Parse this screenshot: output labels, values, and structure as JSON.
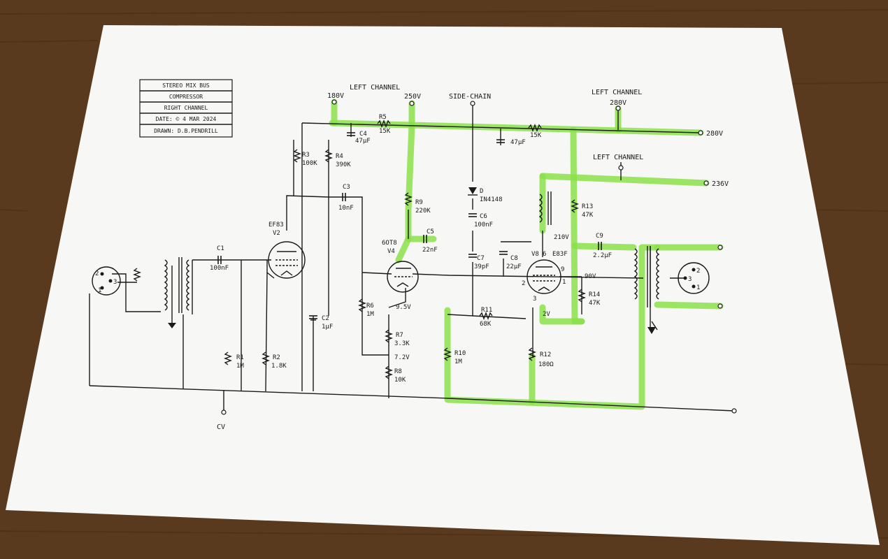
{
  "title_block": {
    "line1": "STEREO MIX BUS",
    "line2": "COMPRESSOR",
    "line3": "RIGHT CHANNEL",
    "line4": "DATE: © 4 MAR 2024",
    "line5": "DRAWN: D.B.PENDRILL"
  },
  "rails": {
    "left_channel_a": "LEFT CHANNEL",
    "v180": "180V",
    "v250": "250V",
    "side_chain": "SIDE-CHAIN",
    "left_channel_b": "LEFT CHANNEL",
    "v280_top": "280V",
    "v280_right": "280V",
    "left_channel_c": "LEFT CHANNEL",
    "v236": "236V"
  },
  "components": {
    "c1": "C1",
    "c1_val": "100nF",
    "r1": "R1",
    "r1_val": "1M",
    "r2": "R2",
    "r2_val": "1.8K",
    "v2_type": "EF83",
    "v2": "V2",
    "r3": "R3",
    "r3_val": "100K",
    "r4": "R4",
    "r4_val": "390K",
    "c2": "C2",
    "c2_val": "1µF",
    "c3": "C3",
    "c3_val": "10nF",
    "r5": "R5",
    "r5_val": "15K",
    "c4": "C4",
    "c4_val": "47µF",
    "r6": "R6",
    "r6_val": "1M",
    "v4_type": "6OT8",
    "v4": "V4",
    "v4_k": "9.5V",
    "r7": "R7",
    "r7_val": "3.3K",
    "v72": "7.2V",
    "r8": "R8",
    "r8_val": "10K",
    "r9": "R9",
    "r9_val": "220K",
    "c5": "C5",
    "c5_val": "22nF",
    "r10": "R10",
    "r10_val": "1M",
    "d": "D",
    "d_val": "IN4148",
    "c6": "C6",
    "c6_val": "100nF",
    "c7": "C7",
    "c7_val": "39pF",
    "c8": "C8",
    "c8_val": "22µF",
    "r11": "R11",
    "r11_val": "68K",
    "cap47b": "47µF",
    "r15k_b": "15K",
    "v8": "V8",
    "v8_pin6": "6",
    "v8_type": "E83F",
    "pin9": "9",
    "pin2": "2",
    "pin1": "1",
    "pin3": "3",
    "v210": "210V",
    "v90": "90V",
    "v2v": "2V",
    "r12": "R12",
    "r12_val": "180Ω",
    "r13": "R13",
    "r13_val": "47K",
    "r14": "R14",
    "r14_val": "47K",
    "c9": "C9",
    "c9_val": "2.2µF",
    "cv": "CV",
    "xlr_in_2": "2",
    "xlr_in_3": "3",
    "xlr_in_1": "1",
    "xlr_out_2": "2",
    "xlr_out_3": "3",
    "xlr_out_1": "1"
  },
  "colors": {
    "paper": "#f7f7f5",
    "ink": "#1a1a1a",
    "highlighter": "#8ce04a",
    "table": "#5a3a1e"
  }
}
